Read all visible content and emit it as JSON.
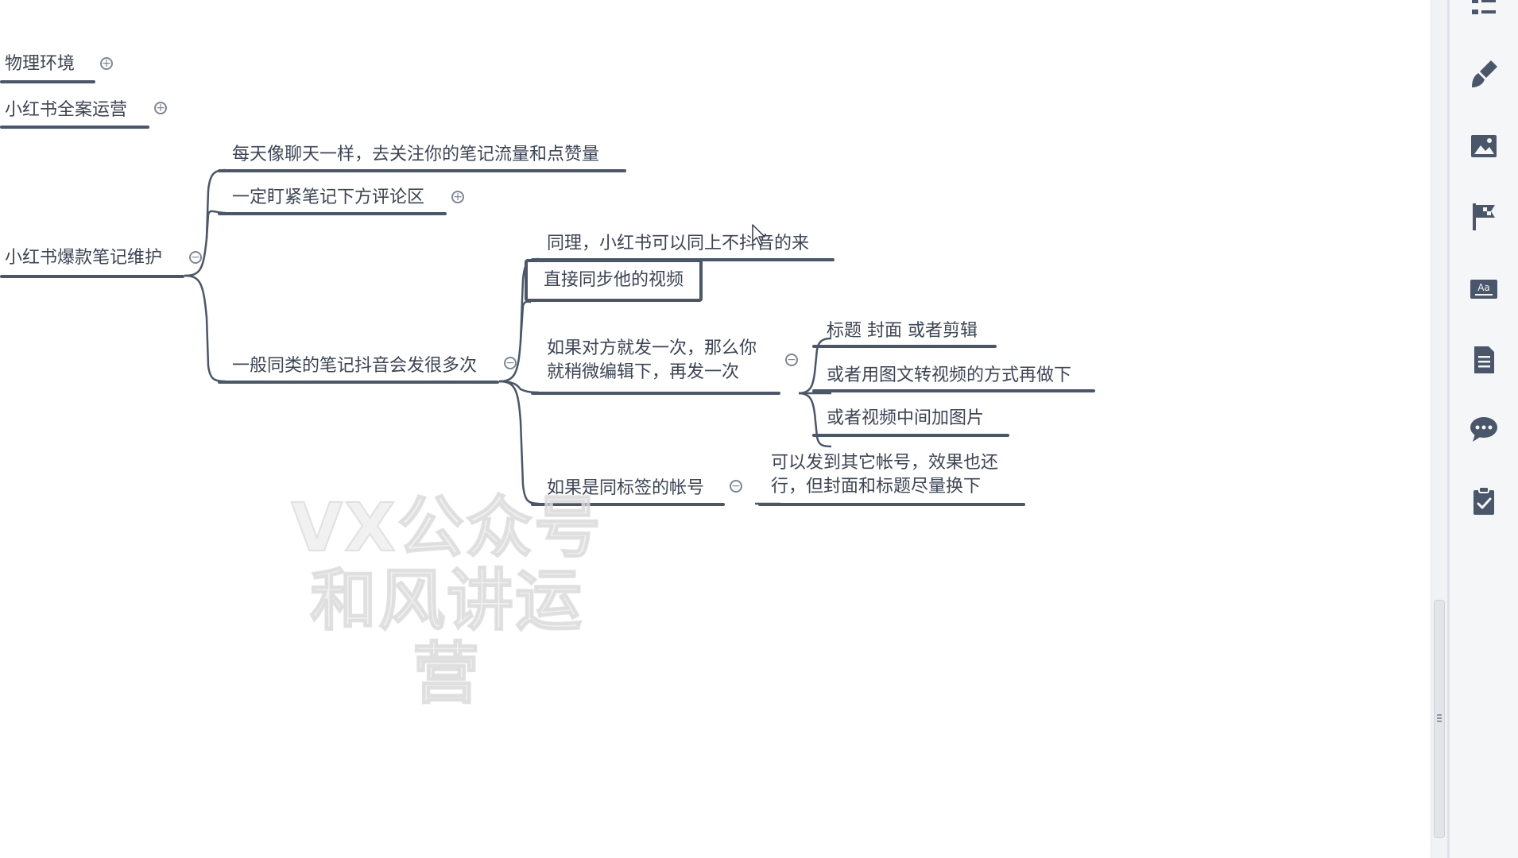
{
  "mindmap": {
    "branches": {
      "physical_env": "物理环境",
      "full_case_ops": "小红书全案运营",
      "viral_note_maintenance": "小红书爆款笔记维护"
    },
    "level2": {
      "chat_daily": "每天像聊天一样，去关注你的笔记流量和点赞量",
      "watch_comments": "一定盯紧笔记下方评论区",
      "douyin_multi": "一般同类的笔记抖音会发很多次"
    },
    "level3": {
      "same_logic": "同理，小红书可以同上不抖音的来",
      "sync_video": "直接同步他的视频",
      "post_once_line1": "如果对方就发一次，那么你",
      "post_once_line2": "就稍微编辑下，再发一次",
      "same_tag_account": "如果是同标签的帐号"
    },
    "level4": {
      "title_cover_edit": "标题 封面 或者剪辑",
      "image_to_video": "或者用图文转视频的方式再做下",
      "add_pictures": "或者视频中间加图片",
      "other_account_line1": "可以发到其它帐号，效果也还",
      "other_account_line2": "行，但封面和标题尽量换下"
    }
  },
  "toggles": {
    "expand": "+",
    "collapse": "−"
  },
  "watermark": {
    "line1": "VX公众号",
    "line2": "和风讲运营"
  },
  "tools": [
    "outline-icon",
    "brush-icon",
    "image-icon",
    "flag-icon",
    "text-style-icon",
    "note-icon",
    "comment-icon",
    "task-icon"
  ],
  "colors": {
    "line": "#4a5669",
    "text": "#3c4555",
    "panel_bg": "#f5f6f8",
    "icon": "#4a5669"
  }
}
